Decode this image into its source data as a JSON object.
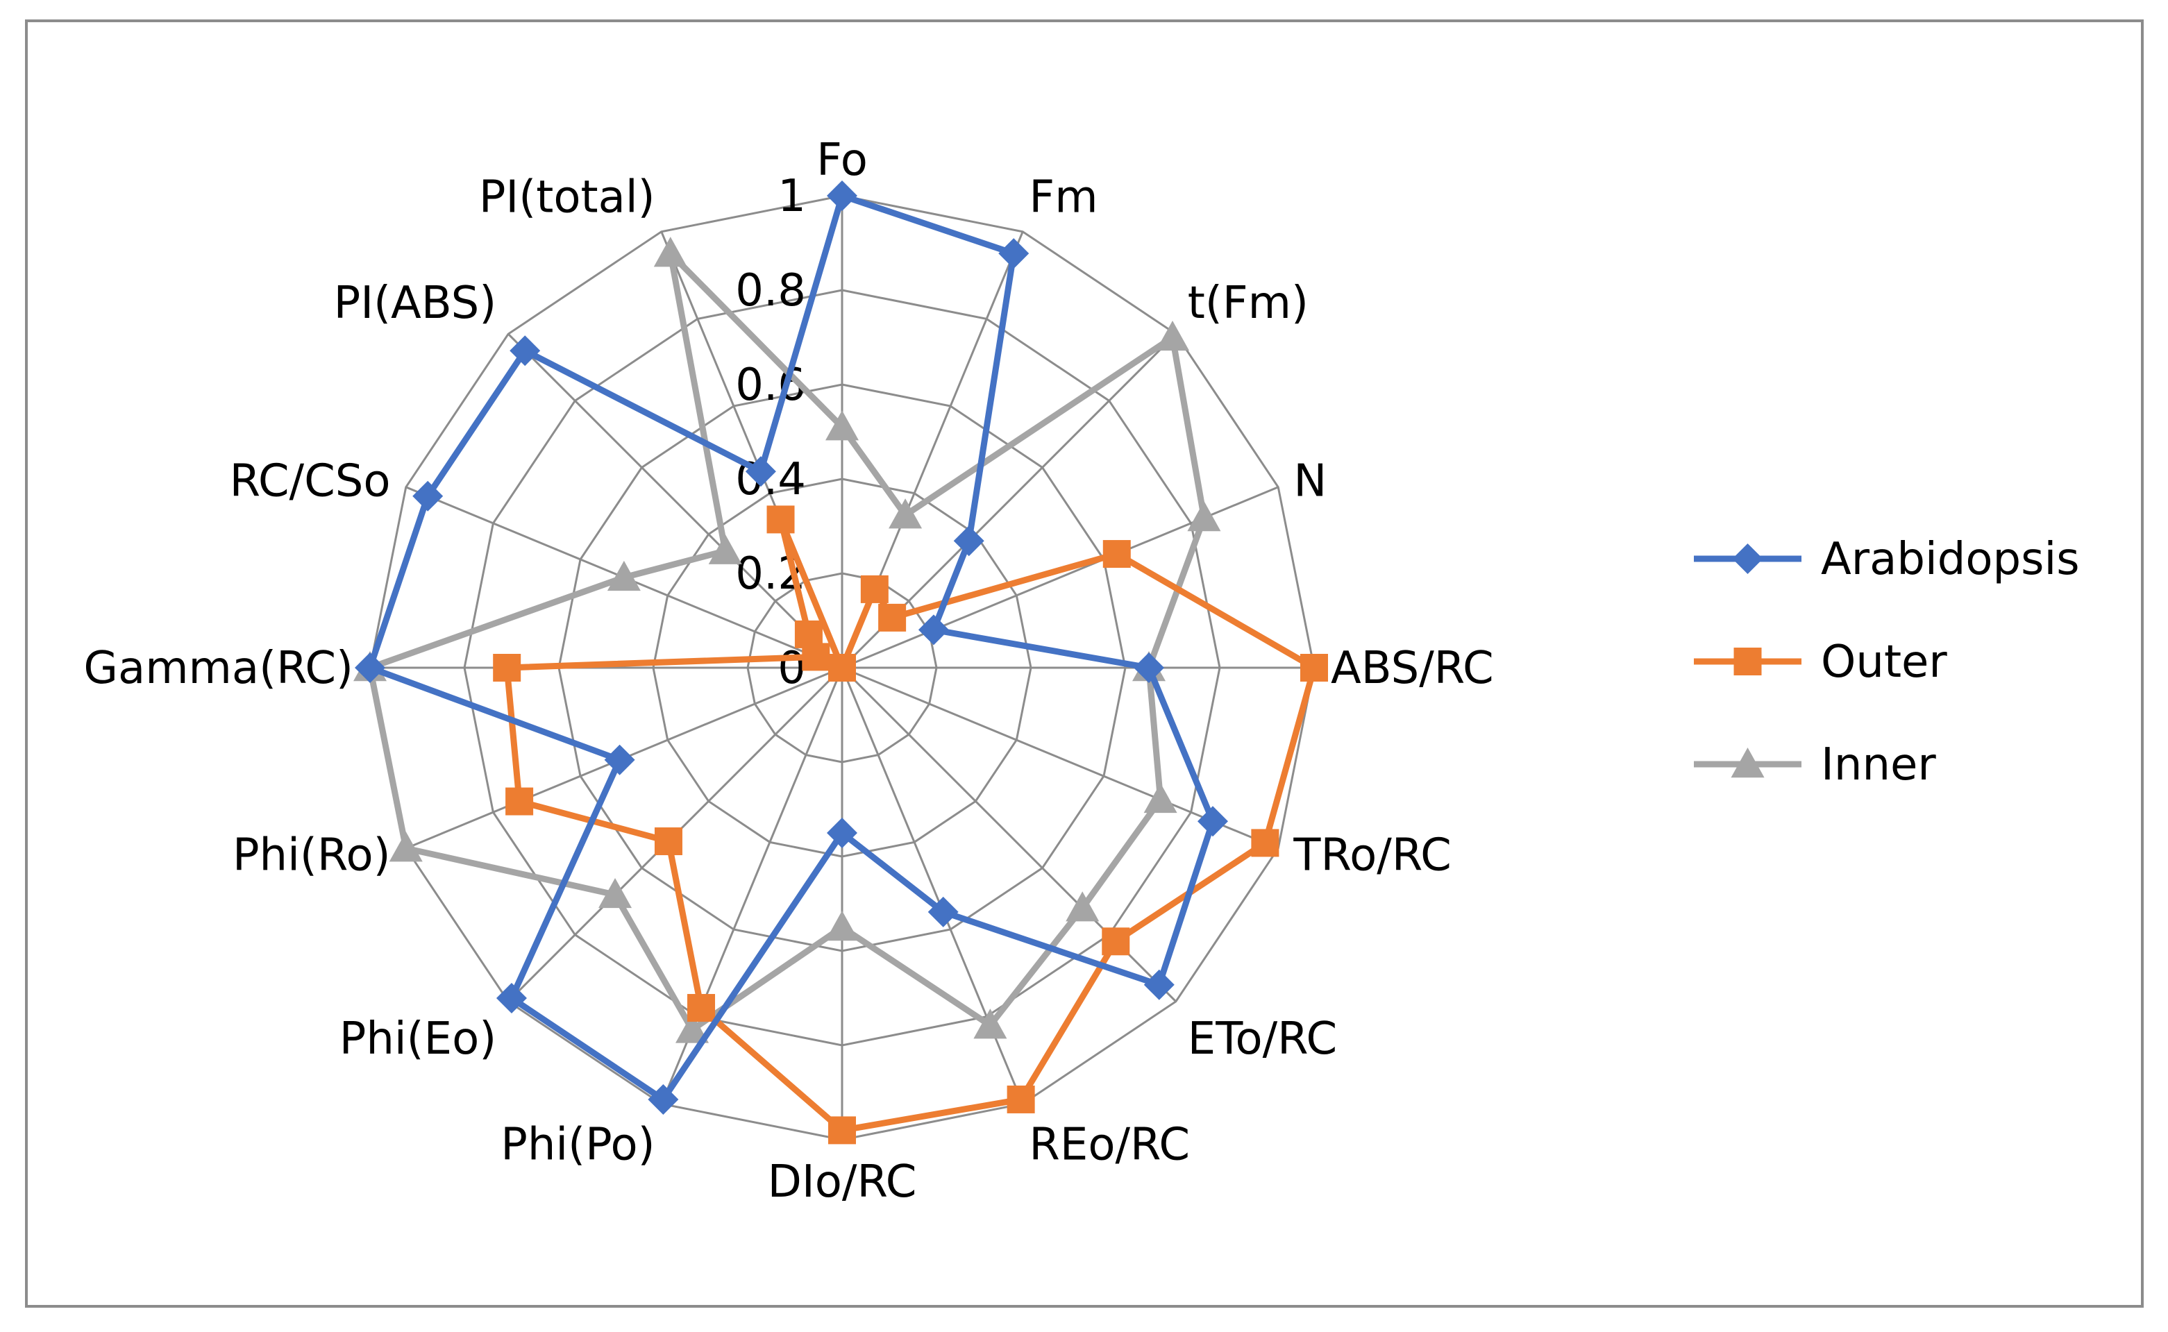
{
  "chart_data": {
    "type": "radar",
    "categories": [
      "Fo",
      "Fm",
      "t(Fm)",
      "N",
      "ABS/RC",
      "TRo/RC",
      "ETo/RC",
      "REo/RC",
      "DIo/RC",
      "Phi(Po)",
      "Phi(Eo)",
      "Phi(Ro)",
      "Gamma(RC)",
      "RC/CSo",
      "PI(ABS)",
      "PI(total)"
    ],
    "rlim": [
      0,
      1
    ],
    "rticks": [
      0,
      0.2,
      0.4,
      0.6,
      0.8,
      1
    ],
    "tick_labels": [
      "0",
      "0.2",
      "0.4",
      "0.6",
      "0.8",
      "1"
    ],
    "grid": true,
    "legend_position": "right",
    "series": [
      {
        "name": "Arabidopsis",
        "color": "#4472C4",
        "marker": "diamond",
        "values": [
          1.0,
          0.95,
          0.38,
          0.21,
          0.65,
          0.85,
          0.95,
          0.56,
          0.35,
          0.99,
          0.99,
          0.51,
          1.0,
          0.95,
          0.95,
          0.45
        ]
      },
      {
        "name": "Outer",
        "color": "#ED7D31",
        "marker": "square",
        "values": [
          0.0,
          0.18,
          0.15,
          0.63,
          1.0,
          0.97,
          0.82,
          0.99,
          0.98,
          0.78,
          0.52,
          0.74,
          0.71,
          0.06,
          0.1,
          0.34
        ]
      },
      {
        "name": "Inner",
        "color": "#A5A5A5",
        "marker": "triangle",
        "values": [
          0.51,
          0.35,
          0.99,
          0.83,
          0.65,
          0.73,
          0.72,
          0.82,
          0.55,
          0.83,
          0.68,
          1.0,
          1.0,
          0.5,
          0.35,
          0.95
        ]
      }
    ]
  }
}
